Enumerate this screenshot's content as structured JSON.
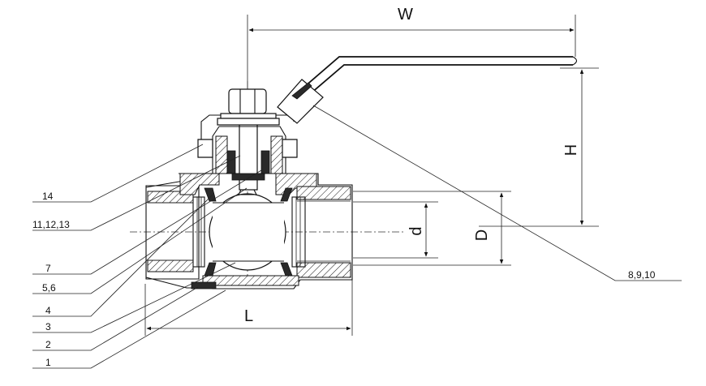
{
  "diagram": {
    "dimensions": {
      "W": "W",
      "H": "H",
      "L": "L",
      "d": "d",
      "D": "D"
    },
    "part_labels": {
      "p14": "14",
      "p11_12_13": "11,12,13",
      "p7": "7",
      "p5_6": "5,6",
      "p4": "4",
      "p3": "3",
      "p2": "2",
      "p1": "1",
      "p8_9_10": "8,9,10"
    }
  }
}
